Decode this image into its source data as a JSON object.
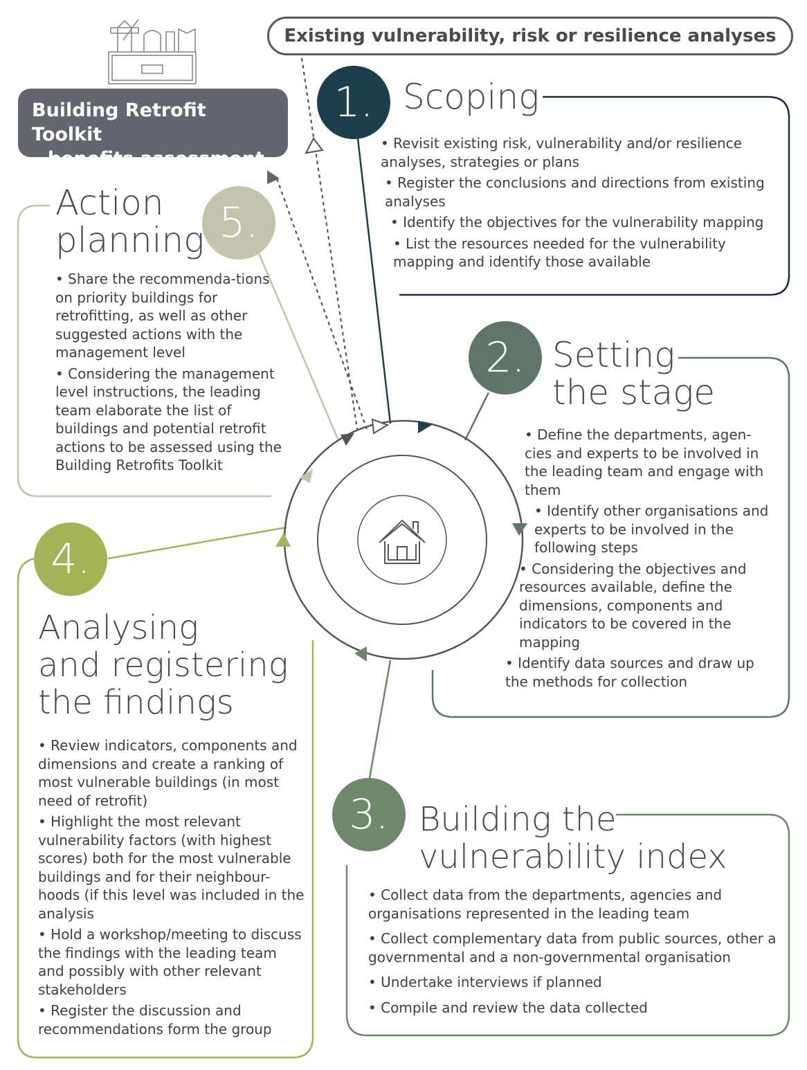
{
  "header": {
    "existing_label": "Existing vulnerability, risk or resilience analyses",
    "toolkit_line1": "Building Retrofit Toolkit",
    "toolkit_line2": "– benefits assessment"
  },
  "icons": {
    "toolbox": "toolbox-icon",
    "house": "house-icon"
  },
  "colors": {
    "step1": "#1d3f4e",
    "step2": "#5e7568",
    "step3": "#6f876b",
    "step4": "#a6b256",
    "step5": "#c4c3ac",
    "toolkit_bg": "#63666e"
  },
  "steps": [
    {
      "number": "1.",
      "title_line1": "Scoping",
      "title_line2": "",
      "bullets": [
        "• Revisit existing risk, vulnerability and/or resilience analyses, strategies or plans",
        "• Register the conclusions and directions from existing analyses",
        "• Identify the objectives for the vulnerability mapping",
        "• List the resources needed for the vulnerability mapping and identify those available"
      ]
    },
    {
      "number": "2.",
      "title_line1": "Setting",
      "title_line2": "the stage",
      "bullets": [
        "• Define the departments, agen-cies and experts to be involved in the leading team  and engage with them",
        "• Identify other organisations and experts to be involved in the following steps",
        "• Considering the objectives and resources available, define the dimensions, components and indicators to be covered in the mapping",
        "• Identify data sources and draw up the methods for collection"
      ]
    },
    {
      "number": "3.",
      "title_line1": "Building the",
      "title_line2": "vulnerability index",
      "bullets": [
        "• Collect data from the departments, agencies and organisations represented in the leading team",
        "• Collect complementary data from public sources, other a governmental and a non-governmental organisation",
        "• Undertake interviews if planned",
        "• Compile and review the data collected"
      ]
    },
    {
      "number": "4.",
      "title_line1": "Analysing",
      "title_line2": "and registering",
      "title_line3": "the findings",
      "bullets": [
        "• Review indicators, components and dimensions and create a ranking of most vulnerable buildings (in most need of retrofit)",
        "• Highlight the most relevant vulnerability factors (with highest scores) both for the most vulnerable buildings and for their neighbour-hoods (if this level was included in the analysis",
        "• Hold a workshop/meeting to discuss the findings with the leading team and possibly with other relevant stakeholders",
        "• Register the discussion and recommendations form the group"
      ]
    },
    {
      "number": "5.",
      "title_line1": "Action",
      "title_line2": "planning",
      "bullets": [
        "• Share the recommenda-tions on priority buildings for retrofitting, as well as other suggested actions with the management level",
        "• Considering the management level instructions, the leading team elaborate the list of buildings and potential retrofit actions to be assessed using the Building Retrofits Toolkit"
      ]
    }
  ]
}
